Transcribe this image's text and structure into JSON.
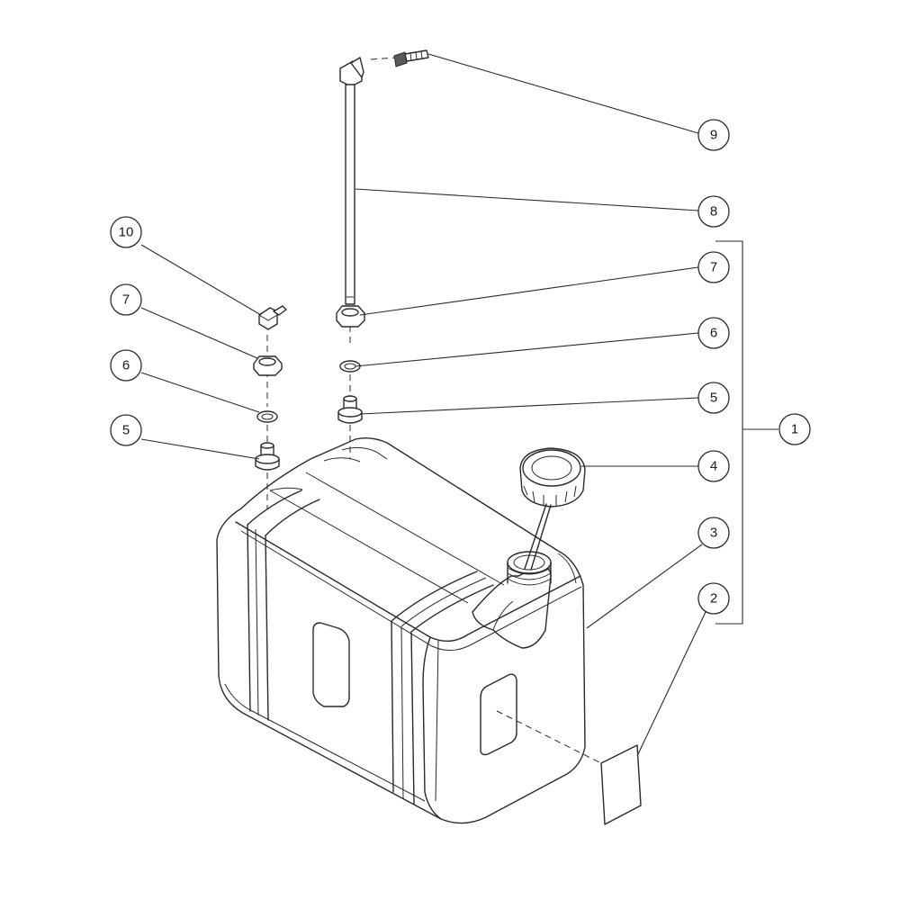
{
  "callouts": [
    {
      "id": "c9",
      "label": "9"
    },
    {
      "id": "c8",
      "label": "8"
    },
    {
      "id": "c10",
      "label": "10"
    },
    {
      "id": "c7r",
      "label": "7"
    },
    {
      "id": "c7l",
      "label": "7"
    },
    {
      "id": "c6r",
      "label": "6"
    },
    {
      "id": "c6l",
      "label": "6"
    },
    {
      "id": "c5r",
      "label": "5"
    },
    {
      "id": "c5l",
      "label": "5"
    },
    {
      "id": "c1",
      "label": "1"
    },
    {
      "id": "c4",
      "label": "4"
    },
    {
      "id": "c3",
      "label": "3"
    },
    {
      "id": "c2",
      "label": "2"
    }
  ],
  "colors": {
    "line": "#2a2a2a",
    "background": "#ffffff"
  }
}
